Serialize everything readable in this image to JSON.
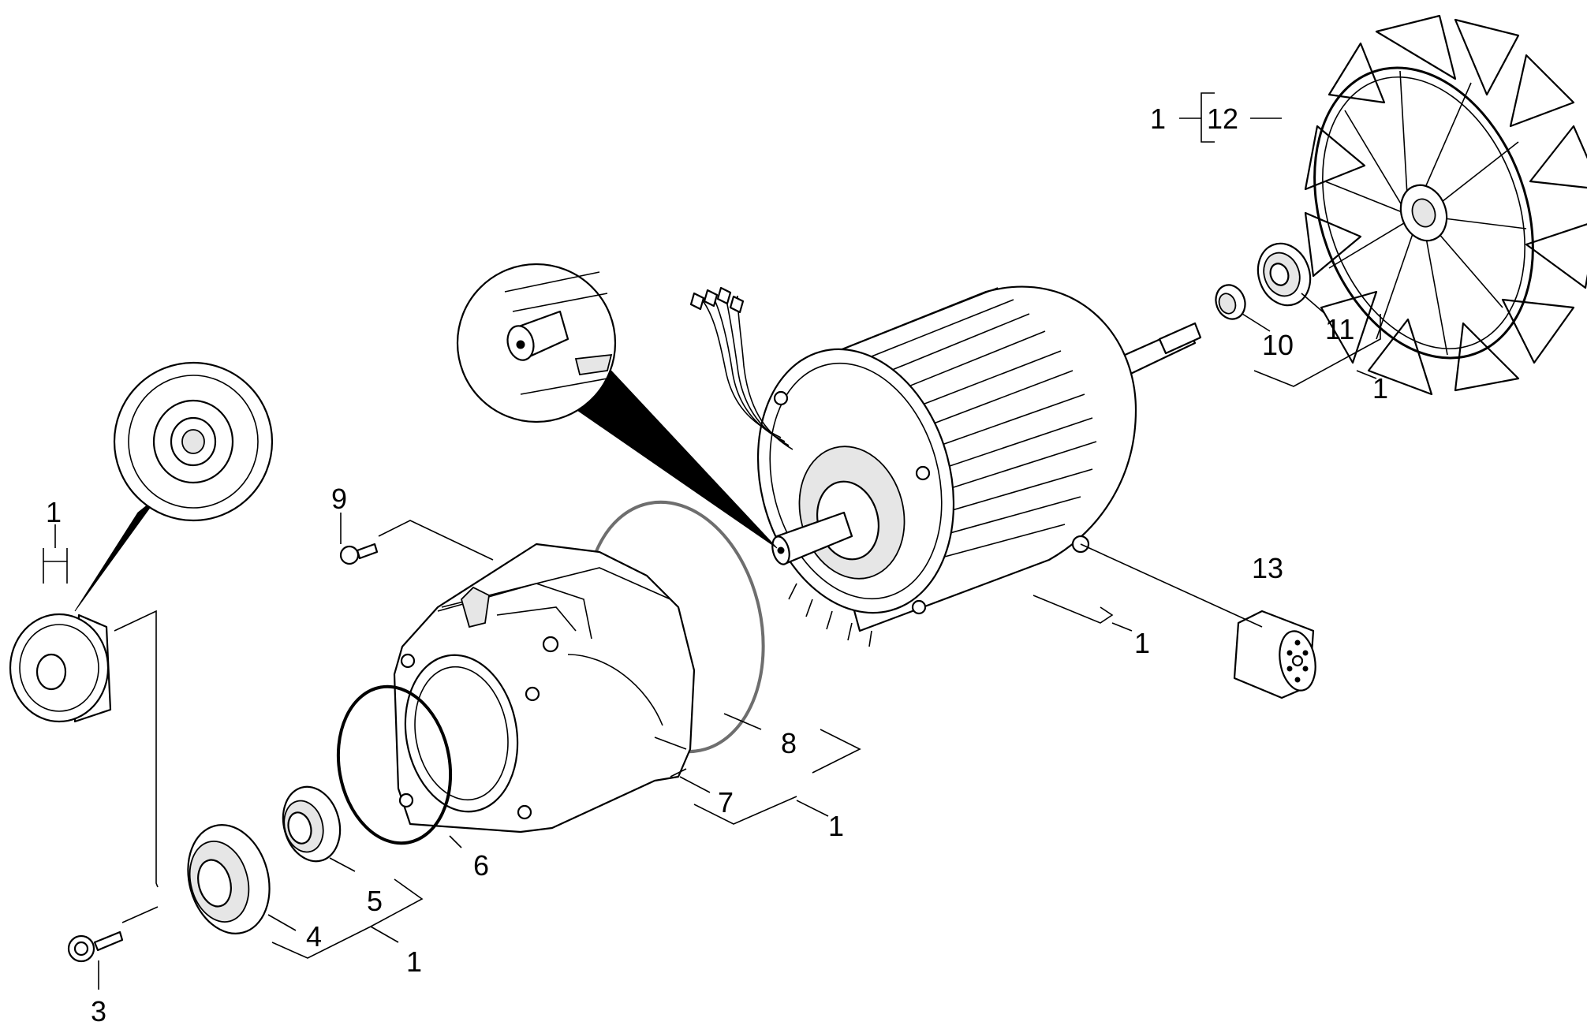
{
  "diagram": {
    "callouts": {
      "n1_top_right": "1",
      "n12": "12",
      "n11": "11",
      "n10": "10",
      "n1_shaft": "1",
      "n9": "9",
      "n13": "13",
      "n1_motor": "1",
      "n1_left": "1",
      "n8": "8",
      "n7": "7",
      "n1_housing": "1",
      "n6": "6",
      "n5": "5",
      "n4": "4",
      "n1_bottom": "1",
      "n3": "3"
    }
  }
}
